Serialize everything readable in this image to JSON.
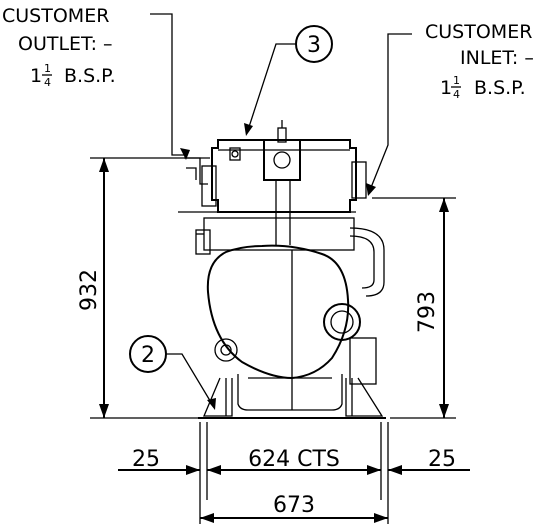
{
  "labels": {
    "outlet": {
      "line1": "CUSTOMER",
      "line2": "OUTLET: –",
      "size_num": "1",
      "frac_top": "1",
      "frac_bot": "4",
      "size_rest": "B.S.P."
    },
    "inlet": {
      "line1": "CUSTOMER",
      "line2": "INLET: –",
      "size_num": "1",
      "frac_top": "1",
      "frac_bot": "4",
      "size_rest": "B.S.P."
    }
  },
  "balloons": {
    "top": "3",
    "left": "2"
  },
  "dimensions": {
    "overall_height": "932",
    "inlet_height": "793",
    "left_offset": "25",
    "right_offset": "25",
    "centers": "624 CTS",
    "overall_width": "673"
  }
}
